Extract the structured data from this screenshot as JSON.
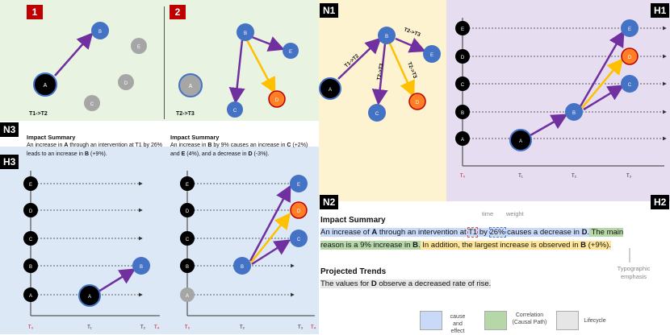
{
  "panels": {
    "p1": {
      "tag": "1",
      "caption": "T1->T2"
    },
    "p2": {
      "tag": "2",
      "caption": "T2->T3"
    },
    "n1": {
      "tag": "N1",
      "labels": [
        "T1->T2",
        "T2->T3",
        "T2->T3",
        "T2->T3"
      ]
    },
    "h1": {
      "tag": "H1"
    },
    "n2": {
      "tag": "N2"
    },
    "h2": {
      "tag": "H2"
    },
    "n3": {
      "tag": "N3"
    },
    "h3": {
      "tag": "H3"
    }
  },
  "nodes": {
    "A": "A",
    "B": "B",
    "C": "C",
    "D": "D",
    "E": "E"
  },
  "time_axis": {
    "t0": "T₀",
    "t1": "T₁",
    "t2": "T₂",
    "t3": "T₃",
    "t4": "T₄"
  },
  "n3_summary": {
    "title": "Impact Summary",
    "left_prefix": "An increase in ",
    "left_a": "A",
    "left_mid": " through an intervention at T1 by 26% leads to an increase in ",
    "left_b": "B",
    "left_suffix": " (+9%).",
    "right_prefix": "An increase in ",
    "right_b": "B",
    "right_mid1": " by 9% causes an increase in ",
    "right_c": "C",
    "right_mid2": " (+2%) and ",
    "right_e": "E",
    "right_mid3": " (4%), and a decrease in ",
    "right_d": "D",
    "right_suffix": " (-3%)."
  },
  "h2_text": {
    "time_label": "time",
    "weight_label": "weight",
    "impact_title": "Impact Summary",
    "s1": "An increase of ",
    "a": "A",
    "s2": " through an intervention at ",
    "t1": "T1",
    "s3": " by ",
    "pct": "26%",
    "s4": " causes a decrease in ",
    "d": "D",
    "s5": ".",
    "s6": " The main reason is a 9% increase in ",
    "b": "B",
    "s7": ".",
    "s8": " In addition, the largest increase is observed in ",
    "b2": "B",
    "s9": " (+9%).",
    "typo_label": "Typographic emphasis",
    "trends_title": "Projected Trends",
    "t_prefix": "The values for ",
    "t_d": "D",
    "t_suffix": " observe a decreased rate of rise."
  },
  "legend": [
    {
      "label": "cause and effect",
      "color": "#c9daf8"
    },
    {
      "label": "Correlation (Causal Path)",
      "color": "#b6d7a8"
    },
    {
      "label": "Lifecycle",
      "color": "#e7e6e6"
    }
  ],
  "colors": {
    "blue_node": "#4472c4",
    "gray_node": "#a6a6a6",
    "orange_node": "#ff7f27",
    "purple": "#7030a0",
    "yellow": "#ffc000",
    "red": "#c00000"
  }
}
